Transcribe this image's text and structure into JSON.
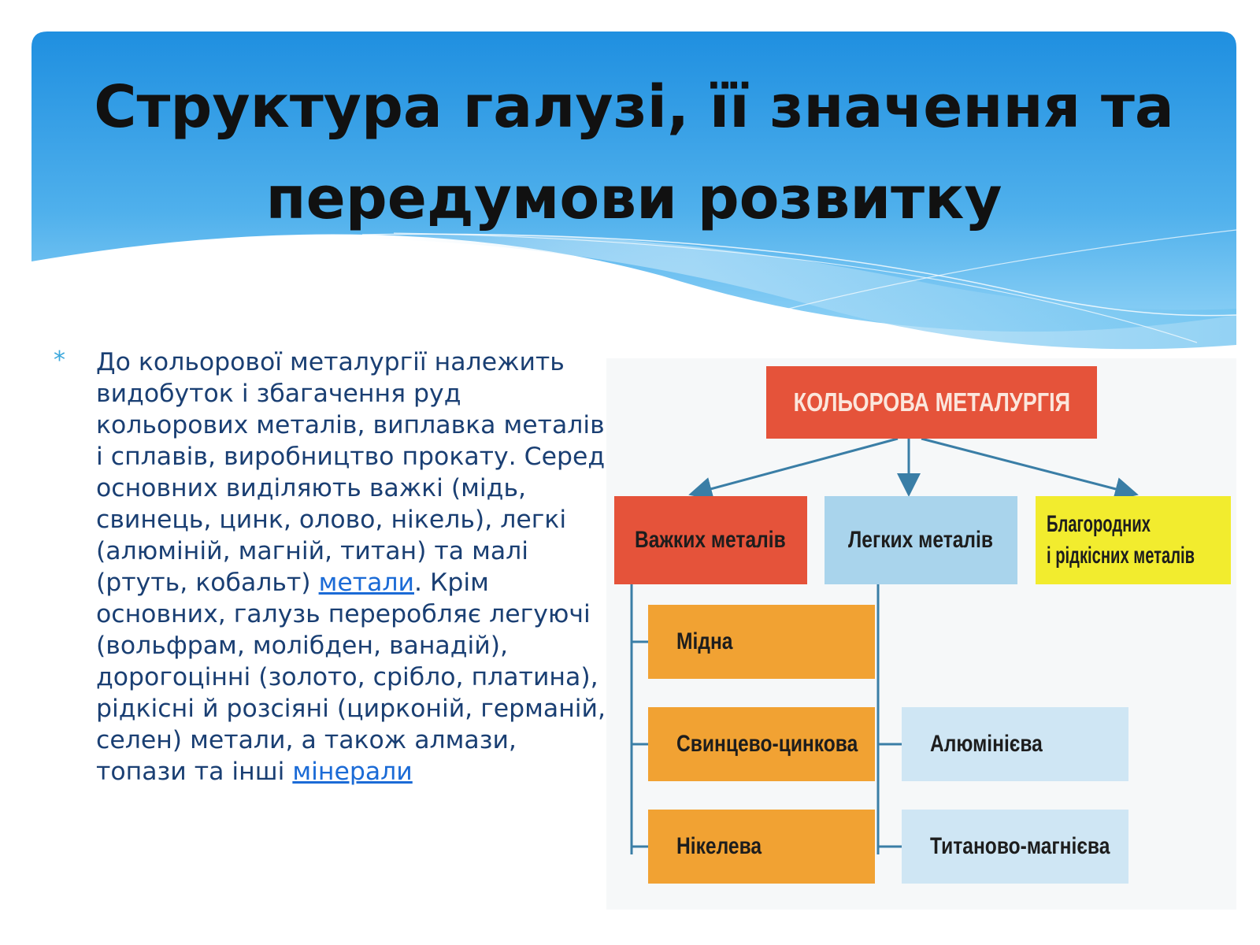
{
  "slide": {
    "title_line1": "Структура галузі, її значення та",
    "title_line2": "передумови розвитку",
    "bullet_symbol": "*",
    "paragraph": {
      "part1": " До кольорової металургії належить видобуток і збагачення руд кольорових металів, виплавка металів і сплавів, виробництво прокату. Серед основних виділяють важкі (мідь, свинець, цинк, олово, нікель), легкі (алюміній, магній, титан) та малі (ртуть, кобальт) ",
      "link1": "метали",
      "part2": ". Крім основних, галузь переробляє легуючі (вольфрам, молібден, ванадій), дорогоцінні (золото, срібло, платина), рідкісні й розсіяні (цирконій, германій, селен) метали, а також алмази, топази та інші ",
      "link2": "мінерали"
    }
  },
  "diagram": {
    "root": "КОЛЬОРОВА МЕТАЛУРГІЯ",
    "categories": {
      "heavy": "Важких металів",
      "light": "Легких металів",
      "noble_line1": "Благородних",
      "noble_line2": "і рідкісних металів"
    },
    "heavy_sub": [
      "Мідна",
      "Свинцево-цинкова",
      "Нікелева"
    ],
    "light_sub": [
      "Алюмінієва",
      "Титаново-магнієва"
    ]
  },
  "colors": {
    "header_blue_top": "#1f8fe0",
    "header_blue_bottom": "#7cc8f2",
    "text_blue": "#1a3f73",
    "link_blue": "#1b6bd6",
    "box_red": "#e5533a",
    "box_orange": "#f1a233",
    "box_light_blue": "#a9d4ec",
    "box_yellow": "#f2ec2e"
  }
}
